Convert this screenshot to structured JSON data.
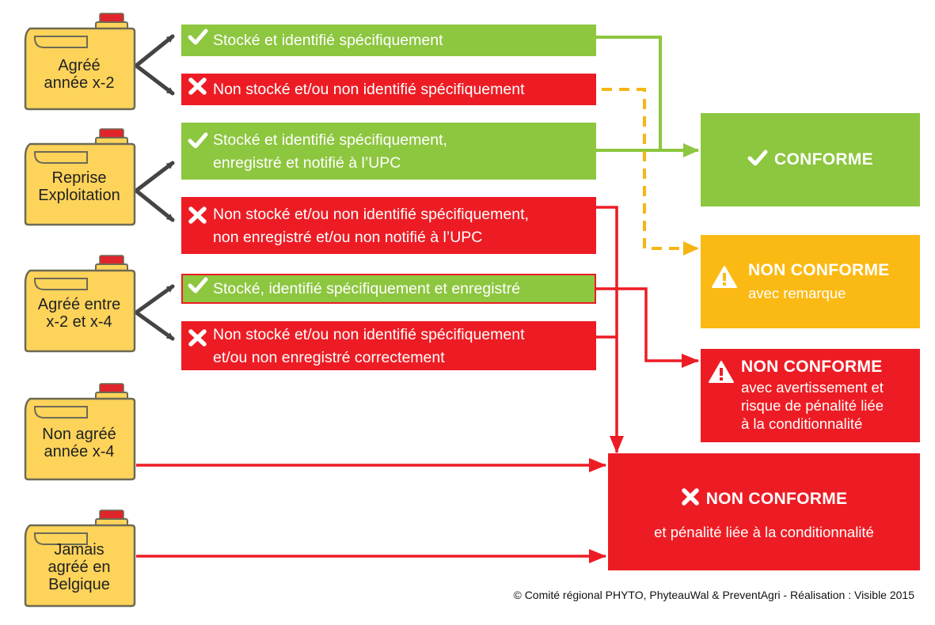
{
  "sources": [
    {
      "label": [
        "Agréé",
        "année x-2"
      ]
    },
    {
      "label": [
        "Reprise",
        "Exploitation"
      ]
    },
    {
      "label": [
        "Agréé entre",
        "x-2 et x-4"
      ]
    },
    {
      "label": [
        "Non agréé",
        "année x-4"
      ]
    },
    {
      "label": [
        "Jamais",
        "agréé en",
        "Belgique"
      ]
    }
  ],
  "conditions": [
    {
      "status": "ok",
      "icon": "check-icon",
      "lines": [
        "Stocké et identifié spécifiquement"
      ]
    },
    {
      "status": "ko",
      "icon": "cross-icon",
      "lines": [
        "Non stocké et/ou non identifié spécifiquement"
      ]
    },
    {
      "status": "ok",
      "icon": "check-icon",
      "lines": [
        "Stocké et identifié spécifiquement,",
        "enregistré et notifié à l’UPC"
      ]
    },
    {
      "status": "ko",
      "icon": "cross-icon",
      "lines": [
        "Non stocké et/ou non identifié spécifiquement,",
        "non enregistré et/ou non notifié à l’UPC"
      ]
    },
    {
      "status": "ok",
      "icon": "check-icon",
      "lines": [
        "Stocké, identifié spécifiquement et enregistré"
      ]
    },
    {
      "status": "ko",
      "icon": "cross-icon",
      "lines": [
        "Non stocké et/ou non identifié spécifiquement",
        "et/ou non enregistré correctement"
      ]
    }
  ],
  "results": {
    "conforme": {
      "title": "CONFORME",
      "icon": "check-icon"
    },
    "nc_remarque": {
      "title": "NON CONFORME",
      "subtitle": [
        "avec remarque"
      ],
      "icon": "warning-icon"
    },
    "nc_avertissement": {
      "title": "NON CONFORME",
      "subtitle": [
        "avec avertissement et",
        "risque de pénalité liée",
        "à la conditionnalité"
      ],
      "icon": "warning-icon"
    },
    "nc_penalite": {
      "title": "NON CONFORME",
      "subtitle": [
        "et pénalité liée à la conditionnalité"
      ],
      "icon": "cross-icon"
    }
  },
  "colors": {
    "green": "#8dc63f",
    "red": "#ed1c24",
    "yellow": "#fbb913",
    "dashed_yellow": "#f7b515",
    "can_fill": "#fdd35a",
    "can_outline": "#6d6a55",
    "can_cap": "#e0242b",
    "branch_arrow": "#444444"
  },
  "credit": "© Comité régional PHYTO, PhyteauWal & PreventAgri - Réalisation : Visible 2015"
}
